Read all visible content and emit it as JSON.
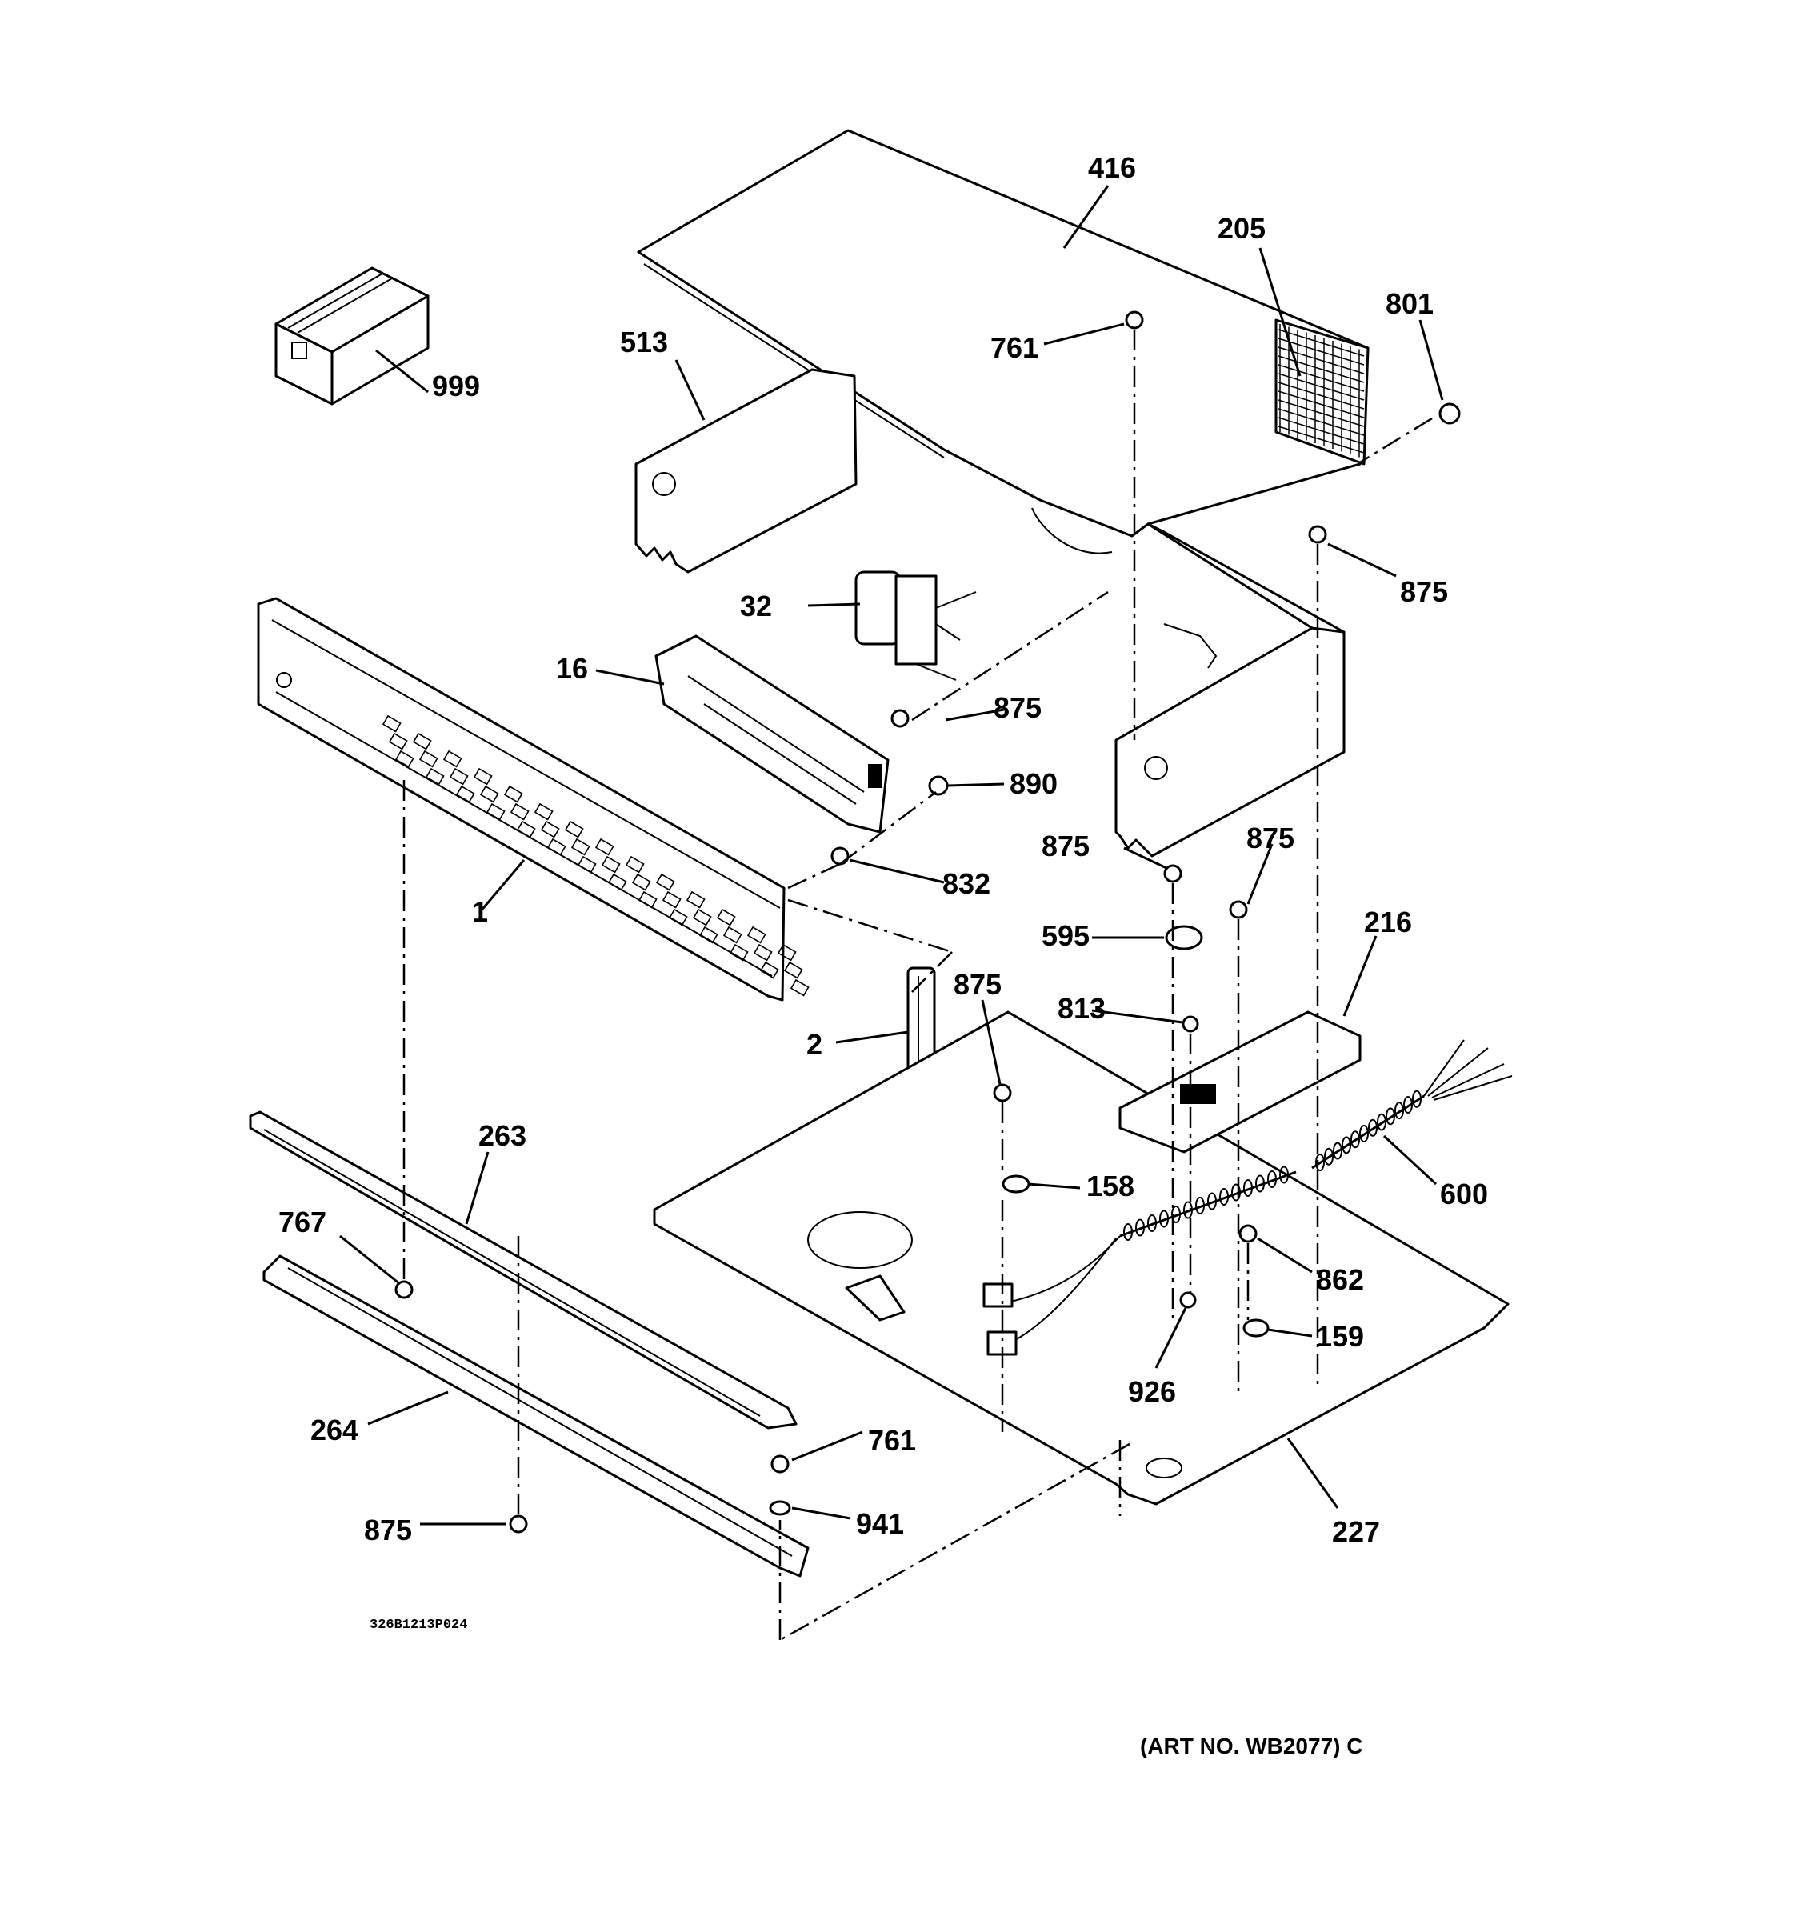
{
  "diagram": {
    "parts": [
      {
        "id": "416",
        "label": "416"
      },
      {
        "id": "205",
        "label": "205"
      },
      {
        "id": "801",
        "label": "801"
      },
      {
        "id": "513",
        "label": "513"
      },
      {
        "id": "761",
        "label": "761"
      },
      {
        "id": "999",
        "label": "999"
      },
      {
        "id": "875",
        "label": "875"
      },
      {
        "id": "32",
        "label": "32"
      },
      {
        "id": "16",
        "label": "16"
      },
      {
        "id": "890",
        "label": "890"
      },
      {
        "id": "832",
        "label": "832"
      },
      {
        "id": "1",
        "label": "1"
      },
      {
        "id": "595",
        "label": "595"
      },
      {
        "id": "216",
        "label": "216"
      },
      {
        "id": "813",
        "label": "813"
      },
      {
        "id": "2",
        "label": "2"
      },
      {
        "id": "263",
        "label": "263"
      },
      {
        "id": "158",
        "label": "158"
      },
      {
        "id": "600",
        "label": "600"
      },
      {
        "id": "767",
        "label": "767"
      },
      {
        "id": "862",
        "label": "862"
      },
      {
        "id": "159",
        "label": "159"
      },
      {
        "id": "926",
        "label": "926"
      },
      {
        "id": "264",
        "label": "264"
      },
      {
        "id": "941",
        "label": "941"
      },
      {
        "id": "227",
        "label": "227"
      }
    ],
    "drawing_code": "326B1213P024",
    "art_number": "(ART NO. WB2077) C"
  }
}
